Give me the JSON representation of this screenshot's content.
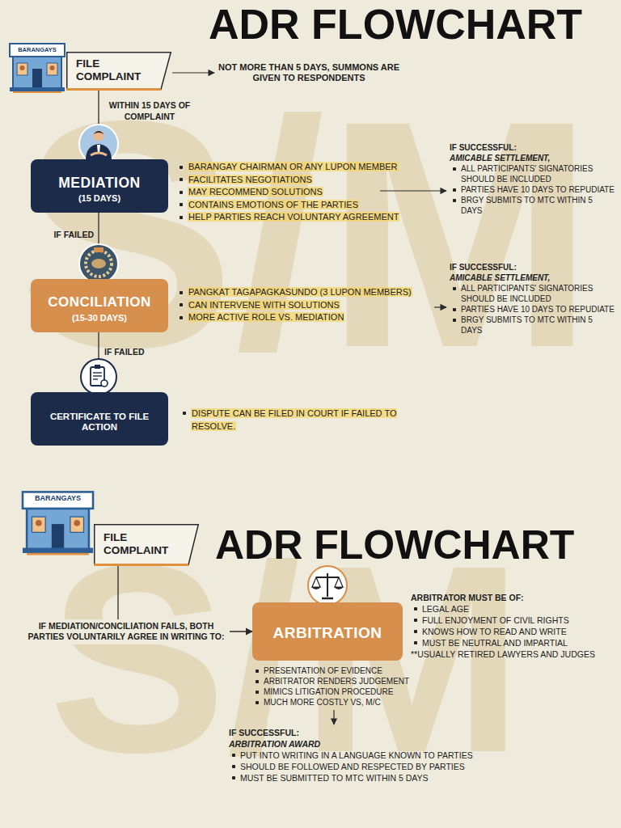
{
  "diagram": {
    "title": "ADR FLOWCHART",
    "nodes": [
      {
        "text": [
          "FILE COMPLAINT"
        ]
      },
      {
        "text": [
          "MEDIATION",
          "(15 DAYS)"
        ]
      },
      {
        "text": [
          "CONCILIATION",
          "(15-30 DAYS)"
        ]
      },
      {
        "text": [
          "CERTIFICATE TO FILE ACTION"
        ]
      },
      {
        "text": [
          "FILE COMPLAINT"
        ]
      },
      {
        "text": [
          "ARBITRATION"
        ]
      }
    ],
    "edges": [
      {
        "from": 0,
        "to": 1,
        "arrow": "none",
        "label": "WITHIN 15 DAYS OF COMPLAINT"
      },
      {
        "from": 1,
        "to": 2,
        "arrow": "none",
        "label": "IF FAILED"
      },
      {
        "from": 2,
        "to": 3,
        "arrow": "none",
        "label": "IF FAILED"
      },
      {
        "from": 4,
        "to": 5,
        "arrow": "to",
        "label": "IF MEDIATION/CONCILIATION FAILS, BOTH PARTIES VOLUNTARILY AGREE IN WRITING TO:"
      }
    ],
    "labels": [
      "NOT MORE THAN 5 DAYS, SUMMONS ARE GIVEN TO RESPONDENTS",
      "BARANGAYS",
      "BARANGAY CHAIRMAN OR ANY LUPON MEMBER",
      "FACILITATES NEGOTIATIONS",
      "MAY RECOMMEND SOLUTIONS",
      "CONTAINS EMOTIONS OF THE PARTIES",
      "HELP PARTIES REACH VOLUNTARY AGREEMENT",
      "IF SUCCESSFUL:",
      "AMICABLE SETTLEMENT,",
      "ALL PARTICIPANTS' SIGNATORIES SHOULD BE INCLUDED",
      "PARTIES HAVE 10 DAYS TO REPUDIATE",
      "BRGY SUBMITS TO MTC WITHIN 5 DAYS",
      "PANGKAT TAGAPAGKASUNDO (3 LUPON MEMBERS)",
      "CAN INTERVENE WITH SOLUTIONS",
      "MORE ACTIVE ROLE VS. MEDIATION",
      "IF SUCCESSFUL:",
      "AMICABLE SETTLEMENT,",
      "ALL PARTICIPANTS' SIGNATORIES SHOULD BE INCLUDED",
      "PARTIES HAVE 10 DAYS TO REPUDIATE",
      "BRGY SUBMITS TO MTC WITHIN 5 DAYS",
      "DISPUTE CAN BE FILED IN COURT IF FAILED TO RESOLVE.",
      "ADR FLOWCHART",
      "BARANGAYS",
      "ARBITRATOR MUST BE OF:",
      "LEGAL AGE",
      "FULL ENJOYMENT OF CIVIL RIGHTS",
      "KNOWS HOW TO READ AND WRITE",
      "MUST BE NEUTRAL AND IMPARTIAL",
      "**USUALLY RETIRED LAWYERS AND JUDGES",
      "PRESENTATION OF EVIDENCE",
      "ARBITRATOR RENDERS JUDGEMENT",
      "MIMICS LITIGATION PROCEDURE",
      "MUCH MORE COSTLY VS, M/C",
      "IF SUCCESSFUL:",
      "ARBITRATION AWARD",
      "PUT INTO WRITING IN A LANGUAGE KNOWN TO PARTIES",
      "SHOULD BE FOLLOWED AND RESPECTED BY PARTIES",
      "MUST BE SUBMITTED TO MTC WITHIN 5 DAYS",
      "S/M",
      "S/M"
    ]
  }
}
